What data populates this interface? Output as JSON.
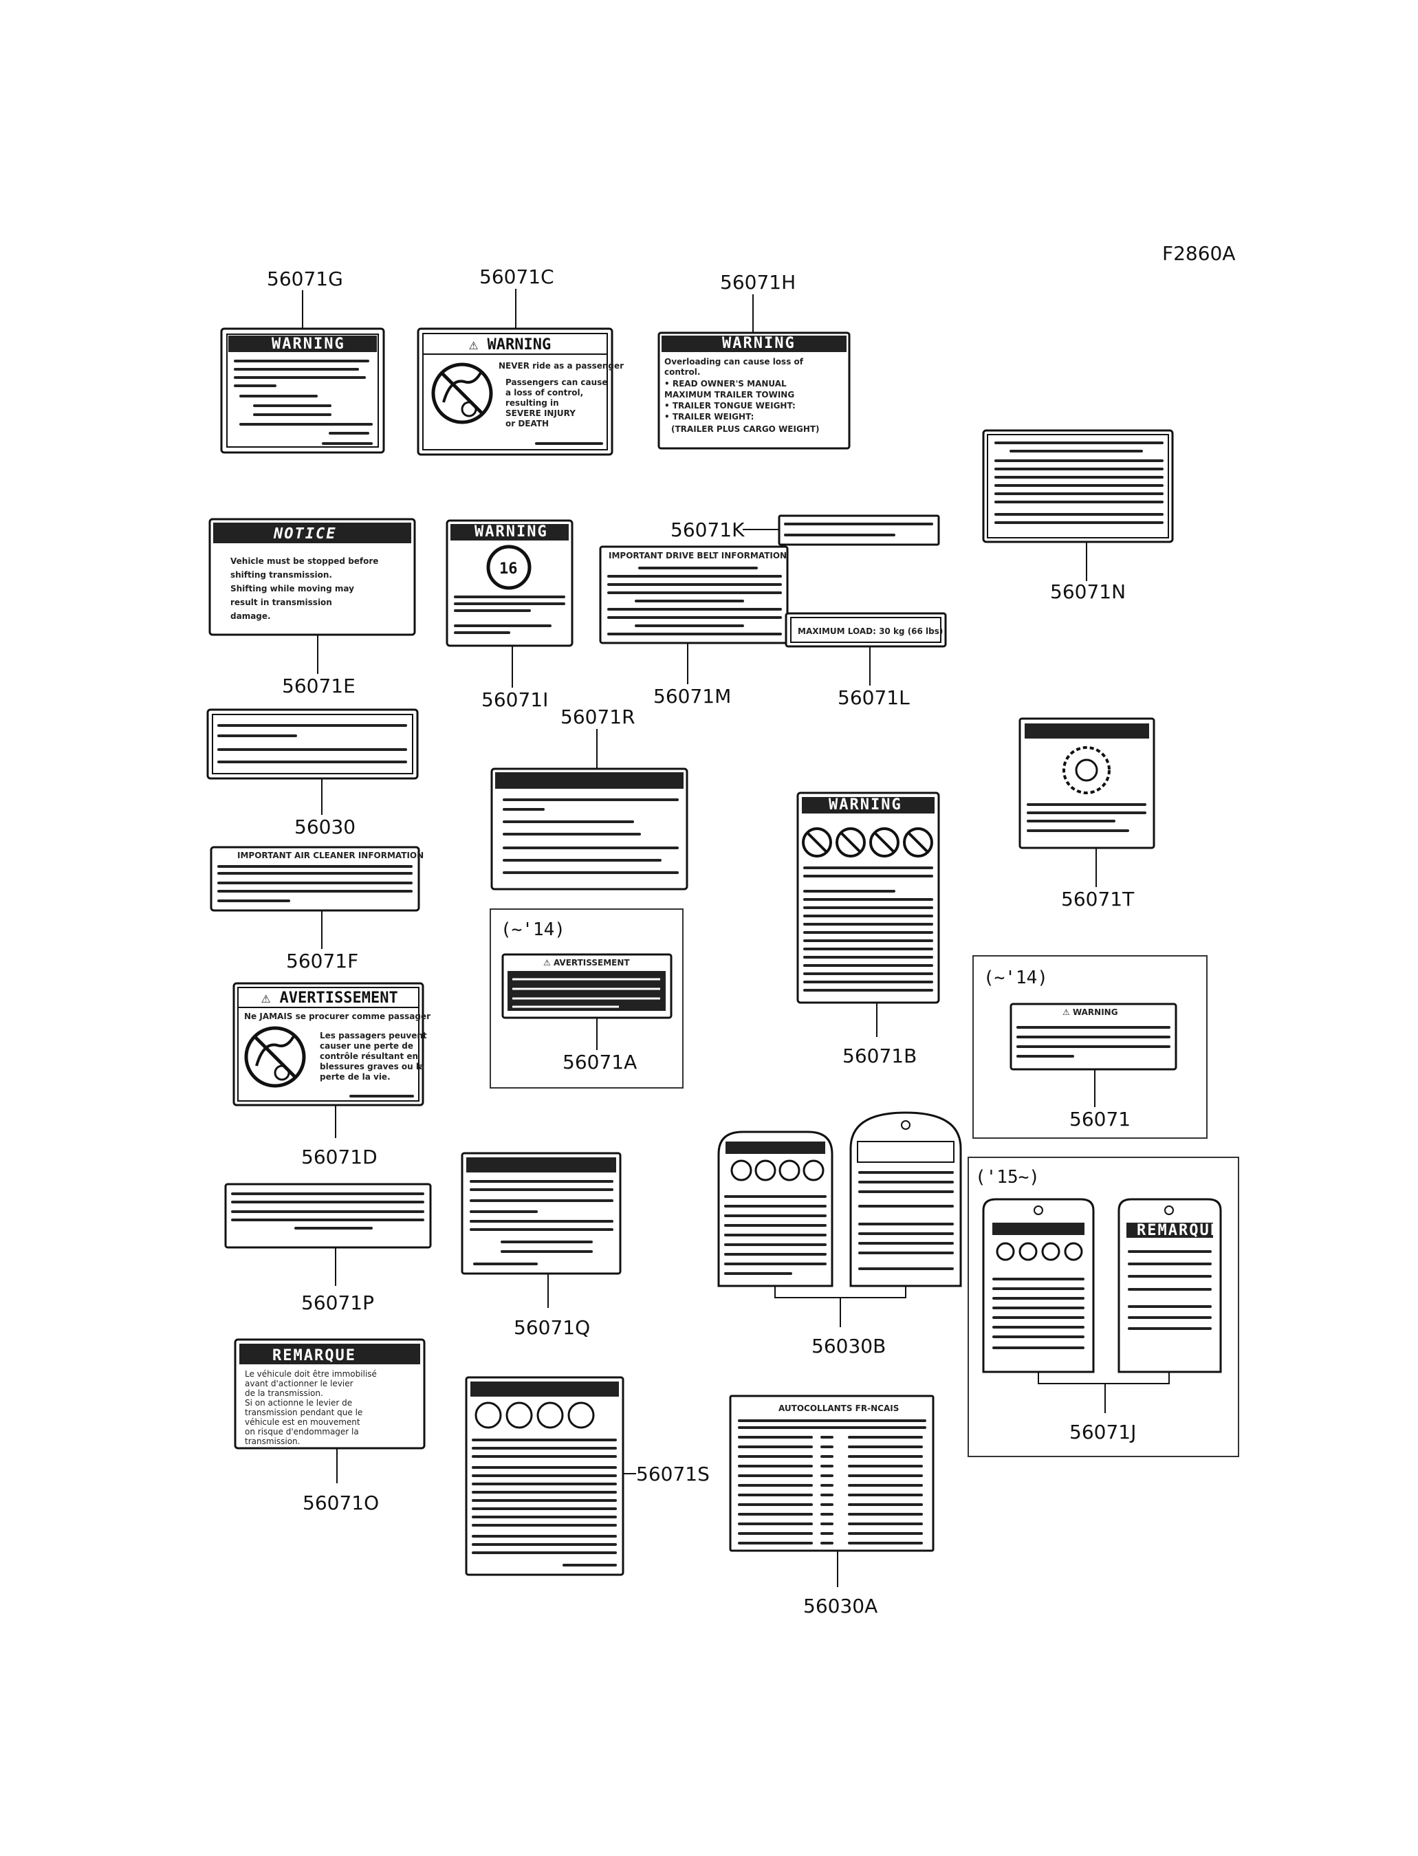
{
  "figure_code": "F2860A",
  "parts": {
    "p56071G": "56071G",
    "p56071C": "56071C",
    "p56071H": "56071H",
    "p56071N": "56071N",
    "p56071E": "56071E",
    "p56071I": "56071I",
    "p56071K": "56071K",
    "p56071M": "56071M",
    "p56071L": "56071L",
    "p56030": "56030",
    "p56071R": "56071R",
    "p56071T": "56071T",
    "p56071F": "56071F",
    "p56071A": "56071A",
    "p56071B": "56071B",
    "p56071D": "56071D",
    "p56071": "56071",
    "p56071P": "56071P",
    "p56071Q": "56071Q",
    "p56030B": "56030B",
    "p56071J": "56071J",
    "p56071O": "56071O",
    "p56071S": "56071S",
    "p56030A": "56030A"
  },
  "ranges": {
    "r56071A": "(~'14)",
    "r56071": "(~'14)",
    "r56071J": "('15~)"
  },
  "decal_headings": {
    "warning": "WARNING",
    "notice": "NOTICE",
    "avertissement": "AVERTISSEMENT",
    "remarque": "REMARQUE",
    "maximum_load": "MAXIMUM LOAD: 30 kg (66 lbs)"
  },
  "decal_text": {
    "c_warning_line1": "NEVER ride as a passenger",
    "c_warning_line2": "Passengers can cause",
    "c_warning_line3": "a loss of control,",
    "c_warning_line4": "resulting in",
    "c_warning_line5": "SEVERE INJURY",
    "c_warning_line6": "or DEATH",
    "e_notice_line1": "Vehicle must be stopped before",
    "e_notice_line2": "shifting transmission.",
    "e_notice_line3": "Shifting while moving may",
    "e_notice_line4": "result in transmission",
    "e_notice_line5": "damage.",
    "m_heading": "IMPORTANT DRIVE BELT INFORMATION",
    "f_heading": "IMPORTANT AIR CLEANER INFORMATION",
    "h_line1": "Overloading can cause loss of",
    "h_line2": "control.",
    "h_line3": "• READ OWNER'S MANUAL",
    "h_line4": "MAXIMUM TRAILER TOWING",
    "h_line5": "• TRAILER TONGUE WEIGHT:",
    "h_line6": "• TRAILER WEIGHT:",
    "h_line7": "(TRAILER PLUS CARGO WEIGHT)",
    "i_badge": "16",
    "d_line1": "Ne JAMAIS se procurer comme passager",
    "d_line2": "Les passagers peuvent",
    "d_line3": "causer une perte de",
    "d_line4": "contrôle résultant en",
    "d_line5": "blessures graves ou la",
    "d_line6": "perte de la vie.",
    "o_line1": "Le véhicule doit être immobilisé",
    "o_line2": "avant d'actionner le levier",
    "o_line3": "de la transmission.",
    "o_line4": "Si on actionne le levier de",
    "o_line5": "transmission pendant que le",
    "o_line6": "véhicule est en mouvement",
    "o_line7": "on risque d'endommager la",
    "o_line8": "transmission.",
    "a30_heading": "AUTOCOLLANTS FR-NCAIS",
    "j_right_heading": "REMARQUE"
  }
}
